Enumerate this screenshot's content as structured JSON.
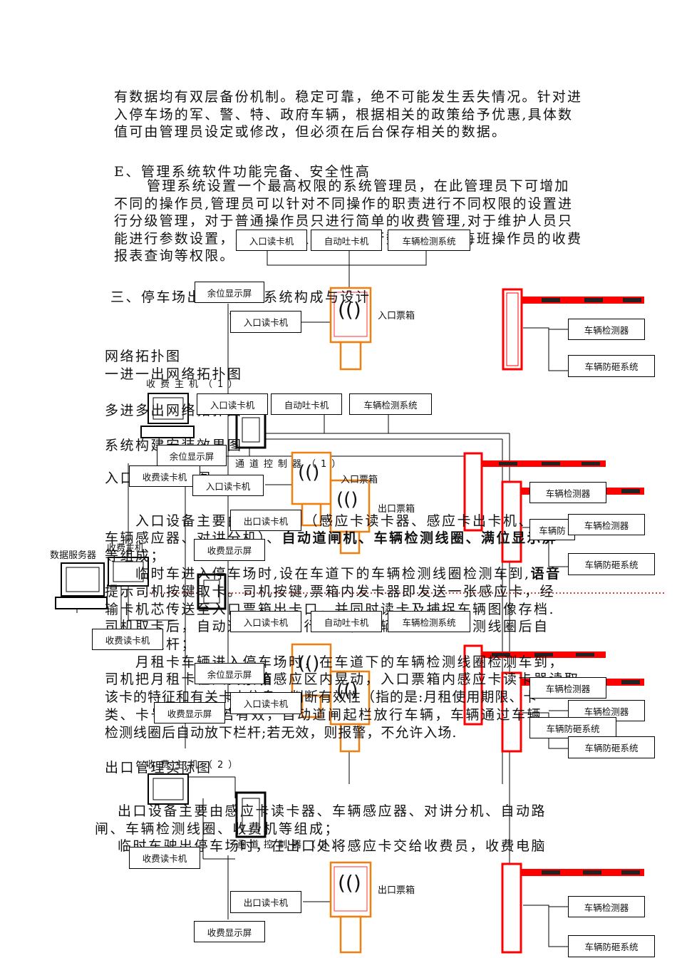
{
  "text": {
    "p1": "有数据均有双层备份机制。稳定可靠，绝不可能发生丢失情况。针对进入停车场的军、警、特、政府车辆，根据相关的政策给予优惠,具体数值可由管理员设定或修改，但必须在后台保存相关的数据。",
    "h_e": "E、管理系统软件功能完备、安全性高",
    "p2": "管理系统设置一个最高权限的系统管理员，在此管理员下可增加不同的操作员,管理员可以针对不同操作的职责进行不同权限的设置进行分级管理，对于普通操作员只进行简单的收费管理,对于维护人员只能进行参数设置，对于财务人员只能进行数据查询和每班操作员的收费报表查询等权限。",
    "h3": "三、停车场出入口管理系统构成与设计",
    "t_topo": "网络拓扑图",
    "t_topo1": "一进一出网络拓扑图",
    "t_topo2": "多进多出网络拓扑图",
    "t_install": "系统构建安装效果图",
    "t_entry_fig": "入口管理实际图",
    "p_entry_a": "入口设备主要由入口票箱（感应卡读卡器、感应卡出卡机、",
    "p_entry_b1": "车辆感应器、对讲分机）、",
    "p_entry_b2": "自动道闸机、车辆检测线圈、满位",
    "p_entry_b3": "显示屏",
    "p_entry_c": "等组成；",
    "p_temp_a1": "临时车进入停车场时,设在车道下的车辆检测线圈检测车到,",
    "p_temp_a2": "语音",
    "p_temp_b": "提示司机按键取卡。司机按键,票箱内发卡器即发送一张感应卡，经",
    "p_temp_c": "输卡机芯传送至入口票箱出卡口，并同时读卡及捕捉车辆图像存档.",
    "p_temp_d": "司机取卡后，自动道闸起栏放行车辆，车辆通过车辆检测线圈后自",
    "p_temp_e": "动放下栏杆；",
    "p_month_a": "月租卡车辆进入停车场时，在车道下的车辆检测线圈检测车到，",
    "p_month_b1": "司机把月租卡在",
    "p_month_b2": "入口票箱",
    "p_month_b3": "感应区内晃动，入口票箱内感应卡读卡器读取",
    "p_month_c": "该卡的特征和有关卡内信息，判断有效性（指的是:月租使用期限、卡",
    "p_month_d": "类、卡号等等），若有效，自动道闸起栏放行车辆，车辆通过车辆",
    "p_month_e": "检测线圈后自动放下栏杆;若无效，则报警，不允许入场.",
    "t_exit_fig": "出口管理实际图",
    "p_exit_a": "出口设备主要由感应卡读卡器、车辆感应器、对讲分机、自动路",
    "p_exit_b": "闸、车辆检测线圈、收费机等组成；",
    "p_exit_c": "临时车驶出停车场时，在出口处将感应卡交给收费员，收费电脑"
  },
  "diagram": {
    "entry_reader": "入口读卡机",
    "auto_card": "自动吐卡机",
    "veh_detect_sys": "车辆检测系统",
    "space_display": "余位显示屏",
    "entry_box": "入口票箱",
    "exit_box": "出口票箱",
    "exit_reader": "出口读卡机",
    "fee_display": "收费显示屏",
    "fee_reader": "收费读卡机",
    "veh_detector": "车辆检测器",
    "anti_smash": "车辆防砸系统",
    "anti_smash_short": "车辆防",
    "host1": "收费主机（1）",
    "host2": "收费主机（2）",
    "chan_ctrl1": "通道控制器（1）",
    "chan_ctrl2": "通道控制器（2）",
    "data_server": "数据服务器",
    "fee_host_short": "收费主机",
    "wheel": "(()"
  },
  "colors": {
    "gate_red": "#ff0000",
    "box_orange": "#f07f0f",
    "dotted_red": "#cc0000"
  }
}
